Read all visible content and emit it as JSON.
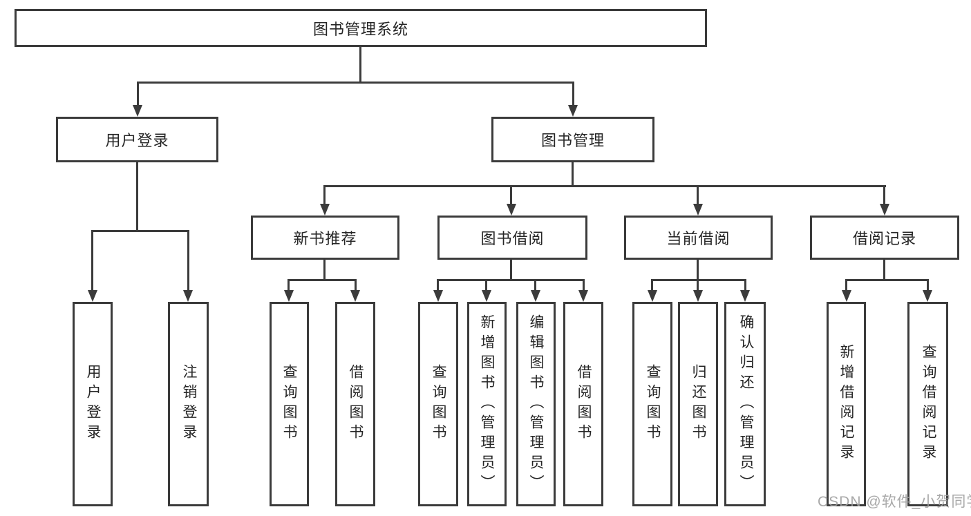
{
  "title": {
    "label": "图书管理系统"
  },
  "level2": {
    "user_login": {
      "label": "用户登录"
    },
    "book_management": {
      "label": "图书管理"
    }
  },
  "level3": {
    "new_book_recommend": {
      "label": "新书推荐"
    },
    "book_borrow": {
      "label": "图书借阅"
    },
    "current_borrow": {
      "label": "当前借阅"
    },
    "borrow_records": {
      "label": "借阅记录"
    }
  },
  "leaves": {
    "user_login": {
      "label": "用户登录"
    },
    "logout": {
      "label": "注销登录"
    },
    "query_books_recommend": {
      "label": "查询图书"
    },
    "borrow_books_recommend": {
      "label": "借阅图书"
    },
    "query_books_borrow": {
      "label": "查询图书"
    },
    "add_book_admin": {
      "label": "新增图书（管理员）"
    },
    "edit_book_admin": {
      "label": "编辑图书（管理员）"
    },
    "borrow_books_borrow": {
      "label": "借阅图书"
    },
    "query_books_current": {
      "label": "查询图书"
    },
    "return_book": {
      "label": "归还图书"
    },
    "confirm_return_admin": {
      "label": "确认归还（管理员）"
    },
    "add_borrow_record": {
      "label": "新增借阅记录"
    },
    "query_borrow_record": {
      "label": "查询借阅记录"
    }
  },
  "watermark": {
    "text": "CSDN @软件_小贺同学"
  },
  "colors": {
    "line": "#3b3b3b",
    "text": "#262626",
    "watermark": "#9e9e9e",
    "background": "#ffffff"
  }
}
